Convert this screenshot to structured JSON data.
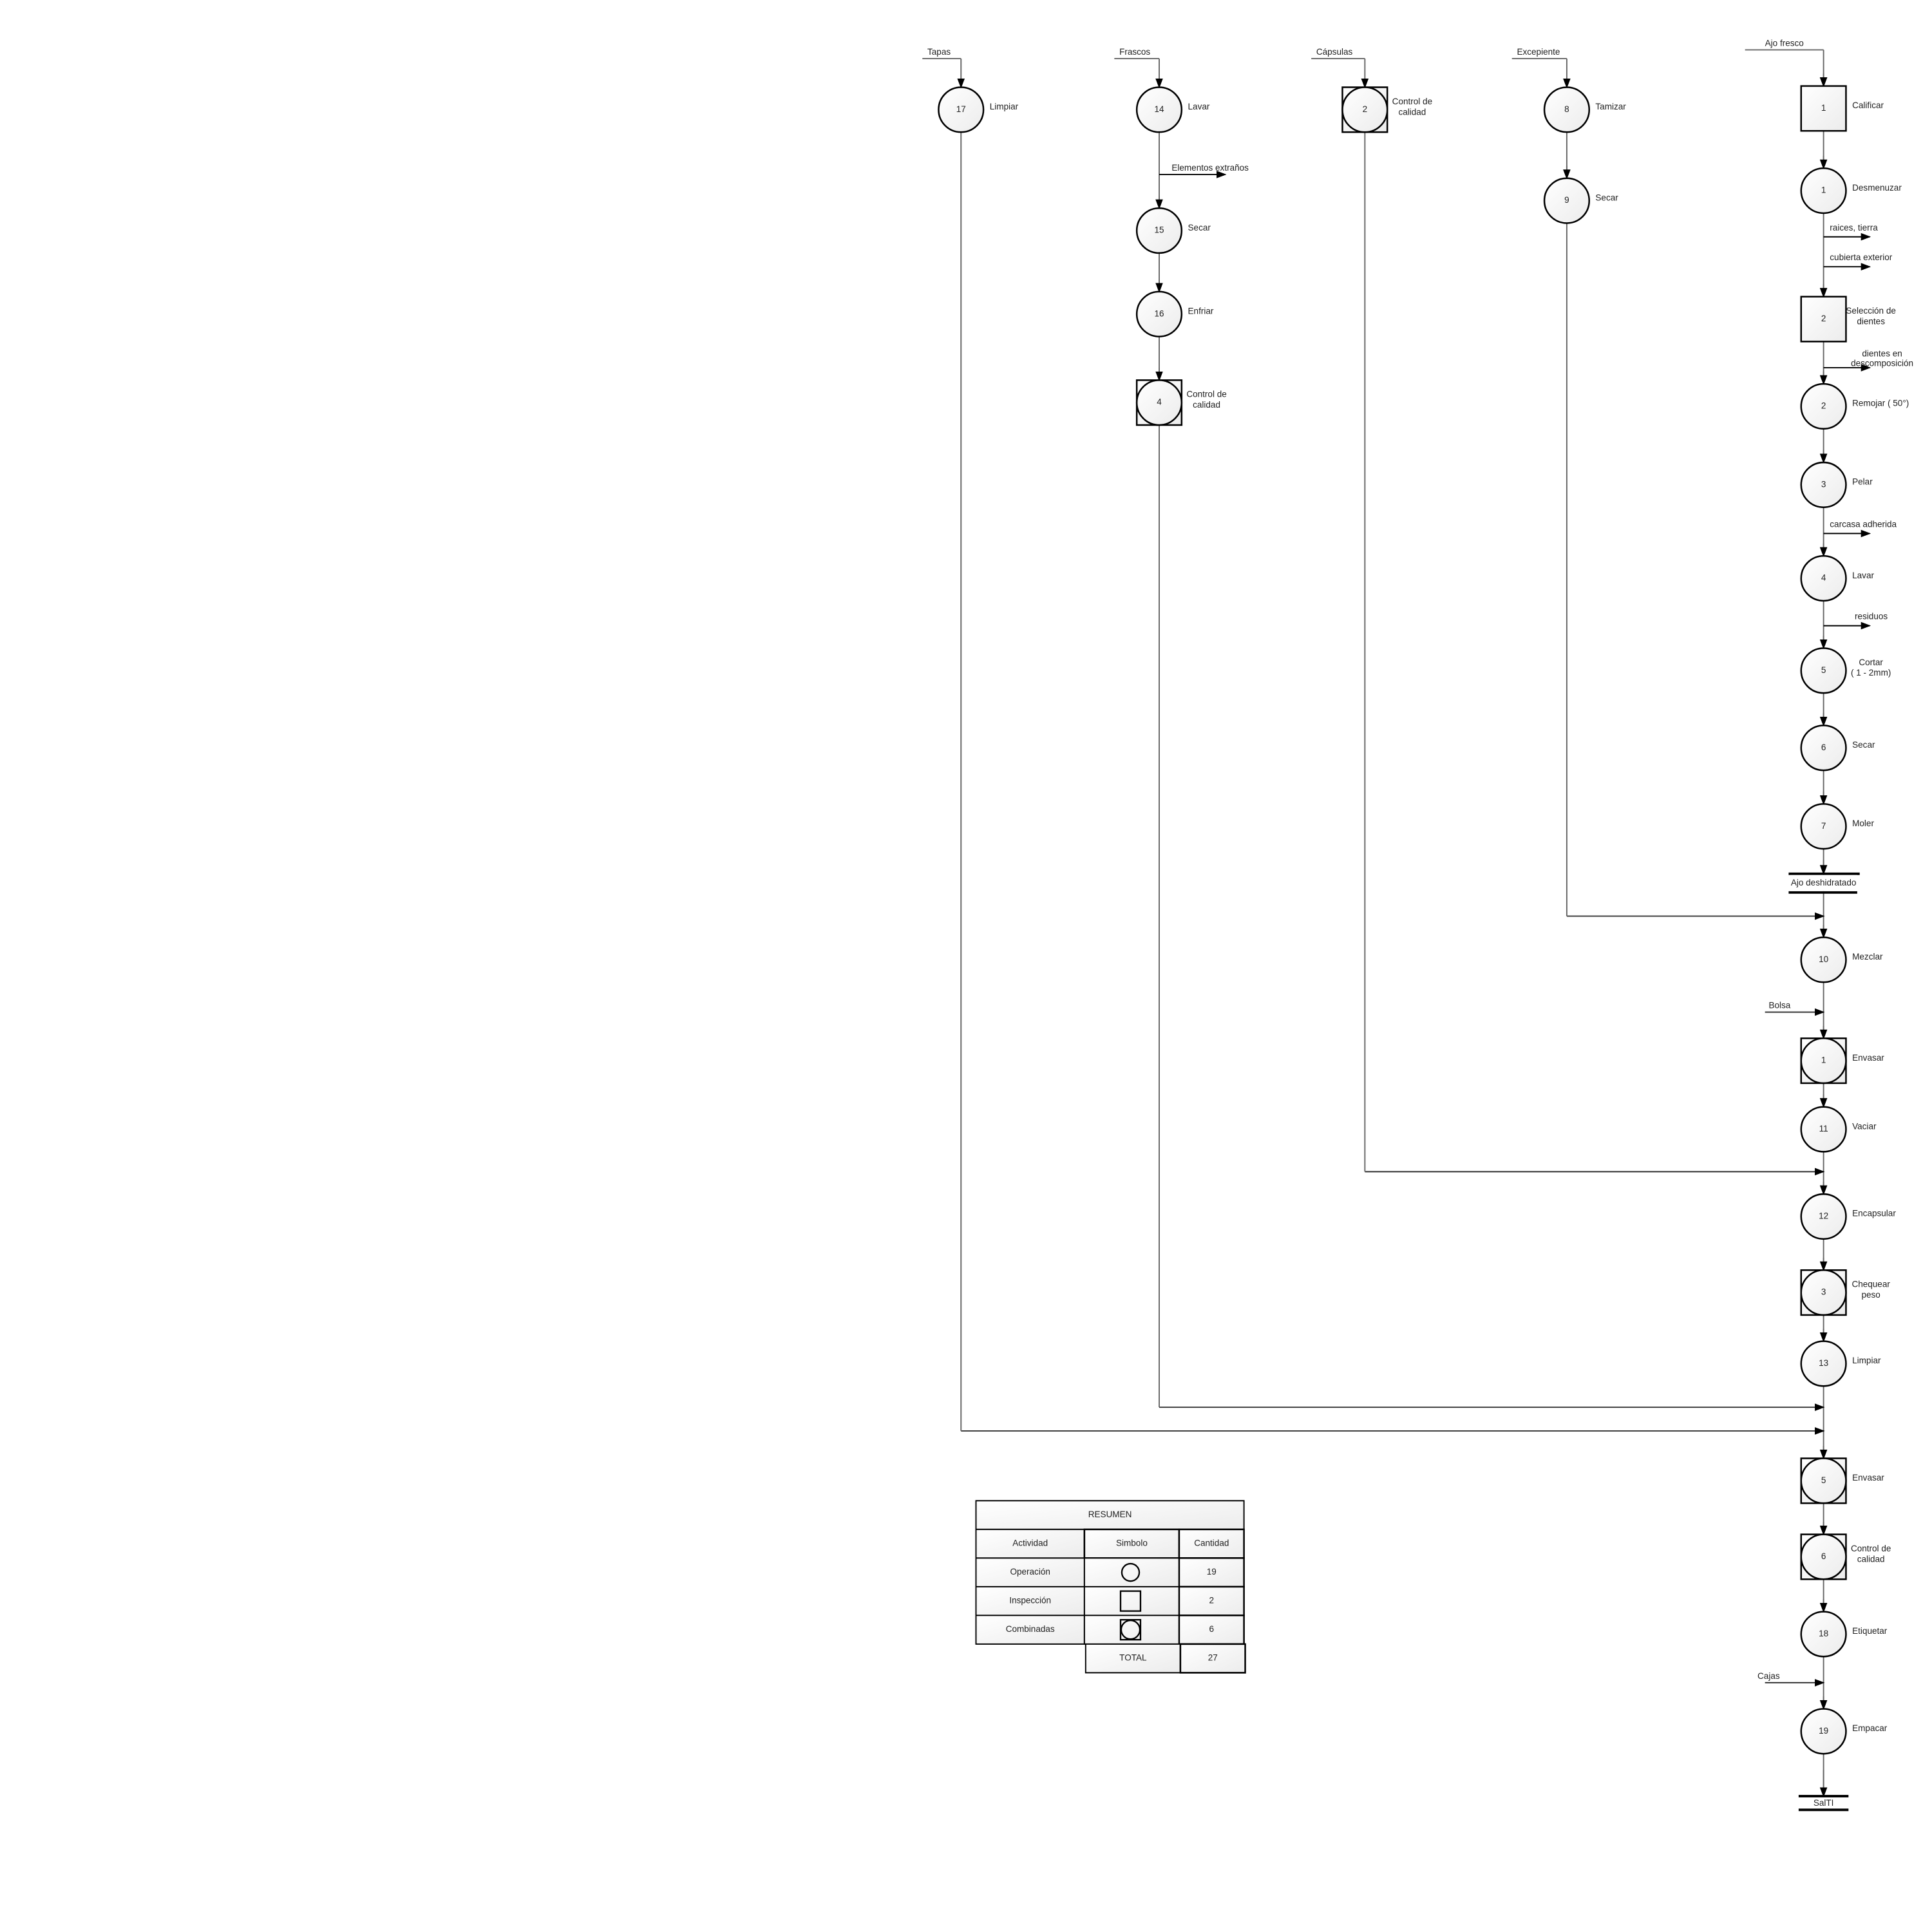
{
  "diagram": {
    "main_column": {
      "input": "Ajo fresco",
      "steps": [
        {
          "shape": "inspection",
          "number": "1",
          "label": [
            "Calificar"
          ]
        },
        {
          "shape": "operation",
          "number": "1",
          "label": [
            "Desmenuzar"
          ]
        },
        {
          "shape": "waste",
          "label": [
            "raices, tierra"
          ]
        },
        {
          "shape": "waste",
          "label": [
            "cubierta exterior"
          ]
        },
        {
          "shape": "inspection",
          "number": "2",
          "label": [
            "Selección de",
            "dientes"
          ]
        },
        {
          "shape": "waste",
          "label": [
            "dientes en",
            "descomposición"
          ]
        },
        {
          "shape": "operation",
          "number": "2",
          "label": [
            "Remojar ( 50°)"
          ]
        },
        {
          "shape": "operation",
          "number": "3",
          "label": [
            "Pelar"
          ]
        },
        {
          "shape": "waste",
          "label": [
            "carcasa adherida"
          ]
        },
        {
          "shape": "operation",
          "number": "4",
          "label": [
            "Lavar"
          ]
        },
        {
          "shape": "waste",
          "label": [
            "residuos"
          ]
        },
        {
          "shape": "operation",
          "number": "5",
          "label": [
            "Cortar",
            "( 1 - 2mm)"
          ]
        },
        {
          "shape": "operation",
          "number": "6",
          "label": [
            "Secar"
          ]
        },
        {
          "shape": "operation",
          "number": "7",
          "label": [
            "Moler"
          ]
        },
        {
          "shape": "storage",
          "label": [
            "Ajo deshidratado"
          ]
        },
        {
          "shape": "merge",
          "from": "excepiente"
        },
        {
          "shape": "operation",
          "number": "10",
          "label": [
            "Mezclar"
          ]
        },
        {
          "shape": "input",
          "label": [
            "Bolsa"
          ]
        },
        {
          "shape": "combined",
          "number": "1",
          "label": [
            "Envasar"
          ]
        },
        {
          "shape": "operation",
          "number": "11",
          "label": [
            "Vaciar"
          ]
        },
        {
          "shape": "merge",
          "from": "capsulas"
        },
        {
          "shape": "operation",
          "number": "12",
          "label": [
            "Encapsular"
          ]
        },
        {
          "shape": "combined",
          "number": "3",
          "label": [
            "Chequear",
            "peso"
          ]
        },
        {
          "shape": "operation",
          "number": "13",
          "label": [
            "Limpiar"
          ]
        },
        {
          "shape": "merge",
          "from": "frascos"
        },
        {
          "shape": "merge",
          "from": "tapas"
        },
        {
          "shape": "combined",
          "number": "5",
          "label": [
            "Envasar"
          ]
        },
        {
          "shape": "combined",
          "number": "6",
          "label": [
            "Control de",
            "calidad"
          ]
        },
        {
          "shape": "operation",
          "number": "18",
          "label": [
            "Etiquetar"
          ]
        },
        {
          "shape": "input",
          "label": [
            "Cajas"
          ]
        },
        {
          "shape": "operation",
          "number": "19",
          "label": [
            "Empacar"
          ]
        },
        {
          "shape": "end",
          "label": [
            "SalTI"
          ]
        }
      ]
    },
    "side_columns": [
      {
        "id": "excepiente",
        "input": "Excepiente",
        "steps": [
          {
            "shape": "operation",
            "number": "8",
            "label": [
              "Tamizar"
            ]
          },
          {
            "shape": "operation",
            "number": "9",
            "label": [
              "Secar"
            ]
          }
        ]
      },
      {
        "id": "capsulas",
        "input": "Cápsulas",
        "steps": [
          {
            "shape": "combined",
            "number": "2",
            "label": [
              "Control de",
              "calidad"
            ]
          }
        ]
      },
      {
        "id": "frascos",
        "input": "Frascos",
        "steps": [
          {
            "shape": "operation",
            "number": "14",
            "label": [
              "Lavar"
            ]
          },
          {
            "shape": "waste",
            "label": [
              "Elementos extraños"
            ]
          },
          {
            "shape": "operation",
            "number": "15",
            "label": [
              "Secar"
            ]
          },
          {
            "shape": "operation",
            "number": "16",
            "label": [
              "Enfriar"
            ]
          },
          {
            "shape": "combined",
            "number": "4",
            "label": [
              "Control de",
              "calidad"
            ]
          }
        ]
      },
      {
        "id": "tapas",
        "input": "Tapas",
        "steps": [
          {
            "shape": "operation",
            "number": "17",
            "label": [
              "Limpiar"
            ]
          }
        ]
      }
    ]
  },
  "summary": {
    "title": "RESUMEN",
    "headers": [
      "Actividad",
      "Simbolo",
      "Cantidad"
    ],
    "rows": [
      {
        "activity": "Operación",
        "symbol": "operation",
        "count": "19"
      },
      {
        "activity": "Inspección",
        "symbol": "inspection",
        "count": "2"
      },
      {
        "activity": "Combinadas",
        "symbol": "combined",
        "count": "6"
      }
    ],
    "total_label": "TOTAL",
    "total": "27"
  }
}
